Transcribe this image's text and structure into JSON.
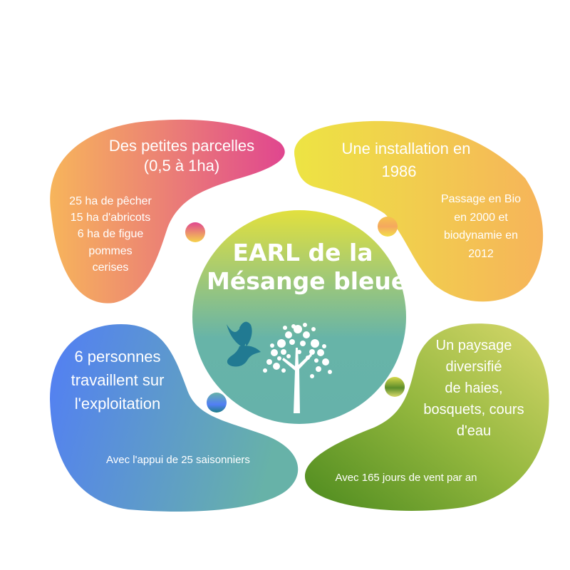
{
  "center": {
    "title_line1": "EARL de la",
    "title_line2": "Mésange bleue",
    "icons": [
      "bird-icon",
      "tree-icon"
    ]
  },
  "blobs": {
    "top_left": {
      "title_line1": "Des petites parcelles",
      "title_line2": "(0,5 à 1ha)",
      "lines": [
        "25 ha de pêcher",
        "15 ha d'abricots",
        "6 ha de figue",
        "pommes",
        "cerises"
      ]
    },
    "top_right": {
      "title_line1": "Une installation en",
      "title_line2": "1986",
      "lines": [
        "Passage en Bio",
        "en 2000  et",
        "biodynamie en",
        "2012"
      ]
    },
    "bottom_left": {
      "title_lines": [
        "6 personnes",
        "travaillent sur",
        "l'exploitation"
      ],
      "note": "Avec l'appui de 25 saisonniers"
    },
    "bottom_right": {
      "title_lines": [
        "Un paysage",
        "diversifié",
        "de haies,",
        "bosquets, cours",
        "d'eau"
      ],
      "note": "Avec 165 jours de vent par an"
    }
  },
  "colors": {
    "pink": "#e0468f",
    "orange": "#f6b45c",
    "yellow": "#ece642",
    "blue": "#527ef4",
    "teal": "#66b2aa",
    "green_dark": "#4f8a1f",
    "green_light": "#d5d869",
    "bird": "#217a92"
  }
}
